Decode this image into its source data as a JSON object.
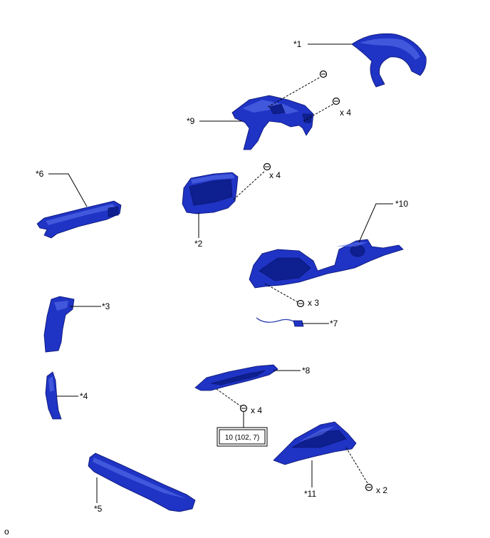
{
  "diagram": {
    "callouts": {
      "c1": "*1",
      "c2": "*2",
      "c3": "*3",
      "c4": "*4",
      "c5": "*5",
      "c6": "*6",
      "c7": "*7",
      "c8": "*8",
      "c9": "*9",
      "c10": "*10",
      "c11": "*11"
    },
    "quantities": {
      "q9": "x 4",
      "q2": "x 4",
      "q10": "x 3",
      "q8": "x 4",
      "q11": "x 2"
    },
    "torque_spec": "10 (102, 7)",
    "corner_mark": "o"
  },
  "colors": {
    "part": "#1f33c4",
    "outline": "#0a1470",
    "line": "#000000"
  }
}
